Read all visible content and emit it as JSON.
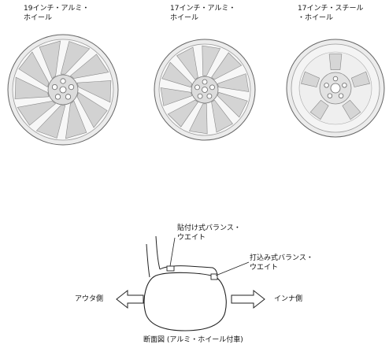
{
  "wheels": [
    {
      "line1": "19インチ・アルミ・",
      "line2": "ホイール"
    },
    {
      "line1": "17インチ・アルミ・",
      "line2": "ホイール"
    },
    {
      "line1": "17インチ・スチール",
      "line2": "・ホイール"
    }
  ],
  "section": {
    "clip_weight_line1": "貼付け式バランス・",
    "clip_weight_line2": "ウエイト",
    "hammer_weight_line1": "打込み式バランス・",
    "hammer_weight_line2": "ウエイト",
    "outer_label": "アウタ側",
    "inner_label": "インナ側",
    "caption": "断面図 (アルミ・ホイール付車)"
  },
  "colors": {
    "rim_fill": "#e2e2e2",
    "spoke_fill": "#cfcfcf",
    "outline": "#555555"
  }
}
